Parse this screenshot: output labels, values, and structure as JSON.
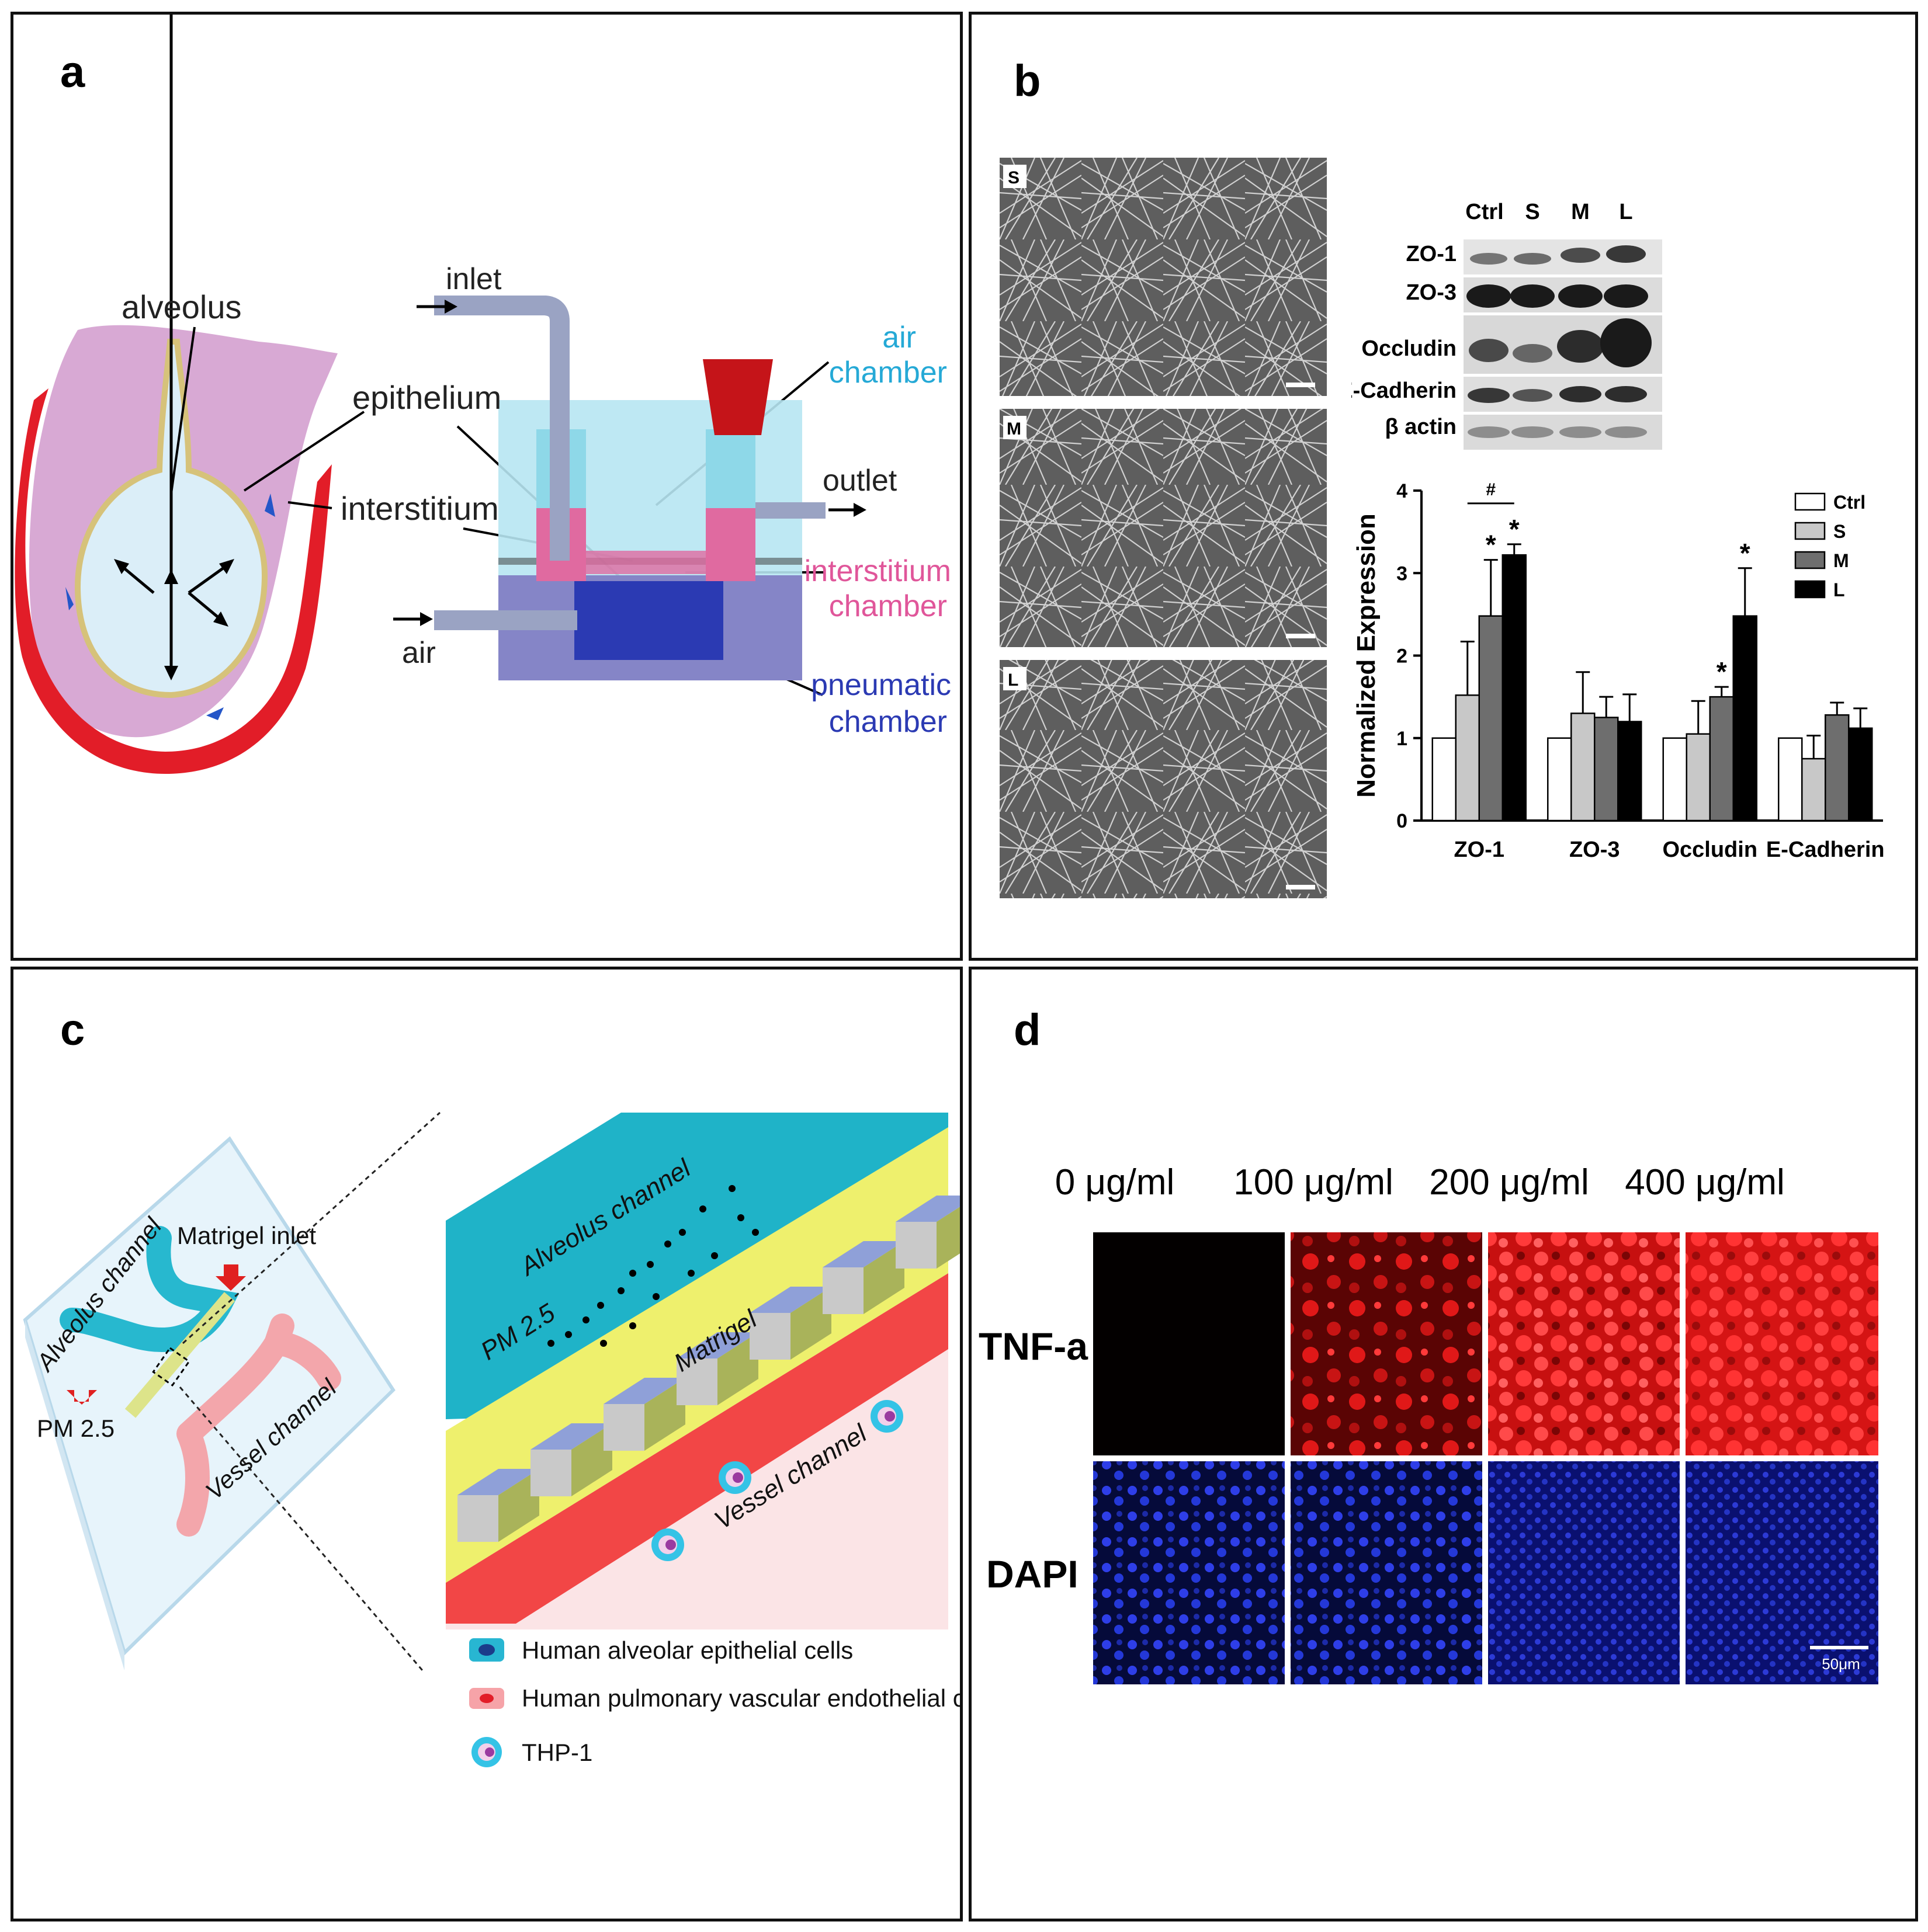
{
  "panels": {
    "a": {
      "label": "a",
      "labels": {
        "alveolus": "alveolus",
        "epithelium": "epithelium",
        "interstitium": "interstitium",
        "inlet": "inlet",
        "outlet": "outlet",
        "air": "air",
        "air_chamber_1": "air",
        "air_chamber_2": "chamber",
        "interstitium_chamber_1": "interstitium",
        "interstitium_chamber_2": "chamber",
        "pneumatic_chamber_1": "pneumatic",
        "pneumatic_chamber_2": "chamber"
      }
    },
    "b": {
      "label": "b",
      "sem_labels": [
        "S",
        "M",
        "L"
      ],
      "blot": {
        "lanes": [
          "Ctrl",
          "S",
          "M",
          "L"
        ],
        "rows": [
          "ZO-1",
          "ZO-3",
          "Occludin",
          "E-Cadherin",
          "β actin"
        ]
      }
    },
    "c": {
      "label": "c",
      "labels": {
        "alveolus_channel": "Alveolus channel",
        "matrigel_inlet": "Matrigel inlet",
        "pm25": "PM 2.5",
        "vessel_channel": "Vessel channel",
        "zoom_alveolus_channel": "Alveolus channel",
        "zoom_pm25": "PM 2.5",
        "zoom_matrigel": "Matrigel",
        "zoom_vessel_channel": "Vessel channel"
      },
      "legend": [
        "Human alveolar epithelial cells",
        "Human pulmonary vascular  endothelial cells",
        "THP-1"
      ]
    },
    "d": {
      "label": "d",
      "columns": [
        "0 μg/ml",
        "100 μg/ml",
        "200 μg/ml",
        "400 μg/ml"
      ],
      "rows": [
        "TNF-a",
        "DAPI"
      ],
      "scale_bar": "50μm"
    }
  },
  "chart_data": {
    "type": "bar",
    "categories": [
      "ZO-1",
      "ZO-3",
      "Occludin",
      "E-Cadherin"
    ],
    "ylabel": "Normalized Expression",
    "ylim": [
      0,
      4
    ],
    "yticks": [
      0,
      1,
      2,
      3,
      4
    ],
    "legend_position": "top-right",
    "series": [
      {
        "name": "Ctrl",
        "color": "#ffffff",
        "values": [
          1.0,
          1.0,
          1.0,
          1.0
        ],
        "errors": [
          0,
          0,
          0,
          0
        ]
      },
      {
        "name": "S",
        "color": "#c8c8c8",
        "values": [
          1.52,
          1.3,
          1.05,
          0.75
        ],
        "errors": [
          0.65,
          0.5,
          0.4,
          0.28
        ]
      },
      {
        "name": "M",
        "color": "#6e6e6e",
        "values": [
          2.48,
          1.25,
          1.5,
          1.28
        ],
        "errors": [
          0.68,
          0.25,
          0.12,
          0.15
        ]
      },
      {
        "name": "L",
        "color": "#000000",
        "values": [
          3.22,
          1.2,
          2.48,
          1.12
        ],
        "errors": [
          0.13,
          0.33,
          0.58,
          0.24
        ]
      }
    ],
    "annotations": [
      {
        "category": "ZO-1",
        "series": "M",
        "text": "*"
      },
      {
        "category": "ZO-1",
        "series": "L",
        "text": "*"
      },
      {
        "category": "ZO-1",
        "series": "S-L",
        "text": "#"
      },
      {
        "category": "Occludin",
        "series": "M",
        "text": "*"
      },
      {
        "category": "Occludin",
        "series": "L",
        "text": "*"
      }
    ]
  }
}
